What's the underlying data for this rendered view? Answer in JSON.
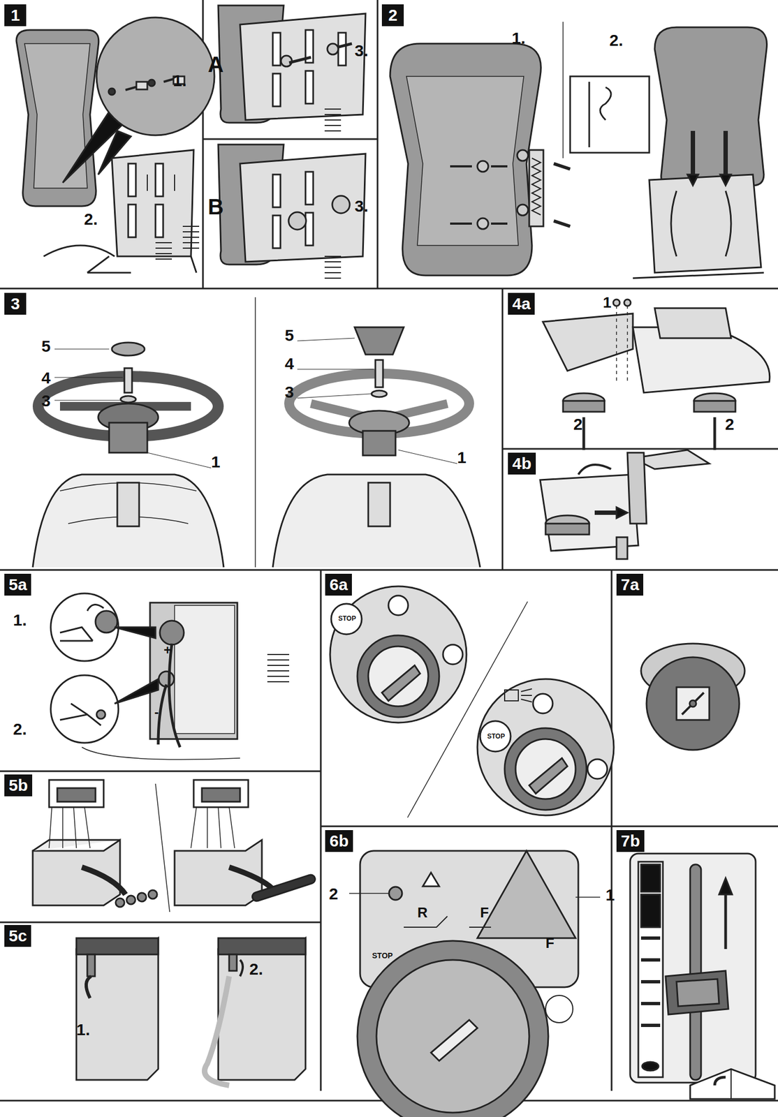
{
  "diagram": {
    "nodes": [
      {
        "text": [
          "1"
        ]
      },
      {
        "text": [
          "2"
        ]
      },
      {
        "text": [
          "3"
        ]
      },
      {
        "text": [
          "4a"
        ]
      },
      {
        "text": [
          "4b"
        ]
      },
      {
        "text": [
          "5a"
        ]
      },
      {
        "text": [
          "5b"
        ]
      },
      {
        "text": [
          "5c"
        ]
      },
      {
        "text": [
          "6a"
        ]
      },
      {
        "text": [
          "6b"
        ]
      },
      {
        "text": [
          "7a"
        ]
      },
      {
        "text": [
          "7b"
        ]
      }
    ],
    "labels": [
      "1.",
      "2.",
      "A",
      "3.",
      "B",
      "3.",
      "1.",
      "2.",
      "5",
      "4",
      "3",
      "1",
      "5",
      "4",
      "3",
      "1",
      "1",
      "2",
      "2",
      "1.",
      "2.",
      "+",
      "-",
      "1.",
      "2.",
      "STOP",
      "STOP",
      "2",
      "1",
      "R",
      "F",
      "STOP",
      "F"
    ]
  }
}
